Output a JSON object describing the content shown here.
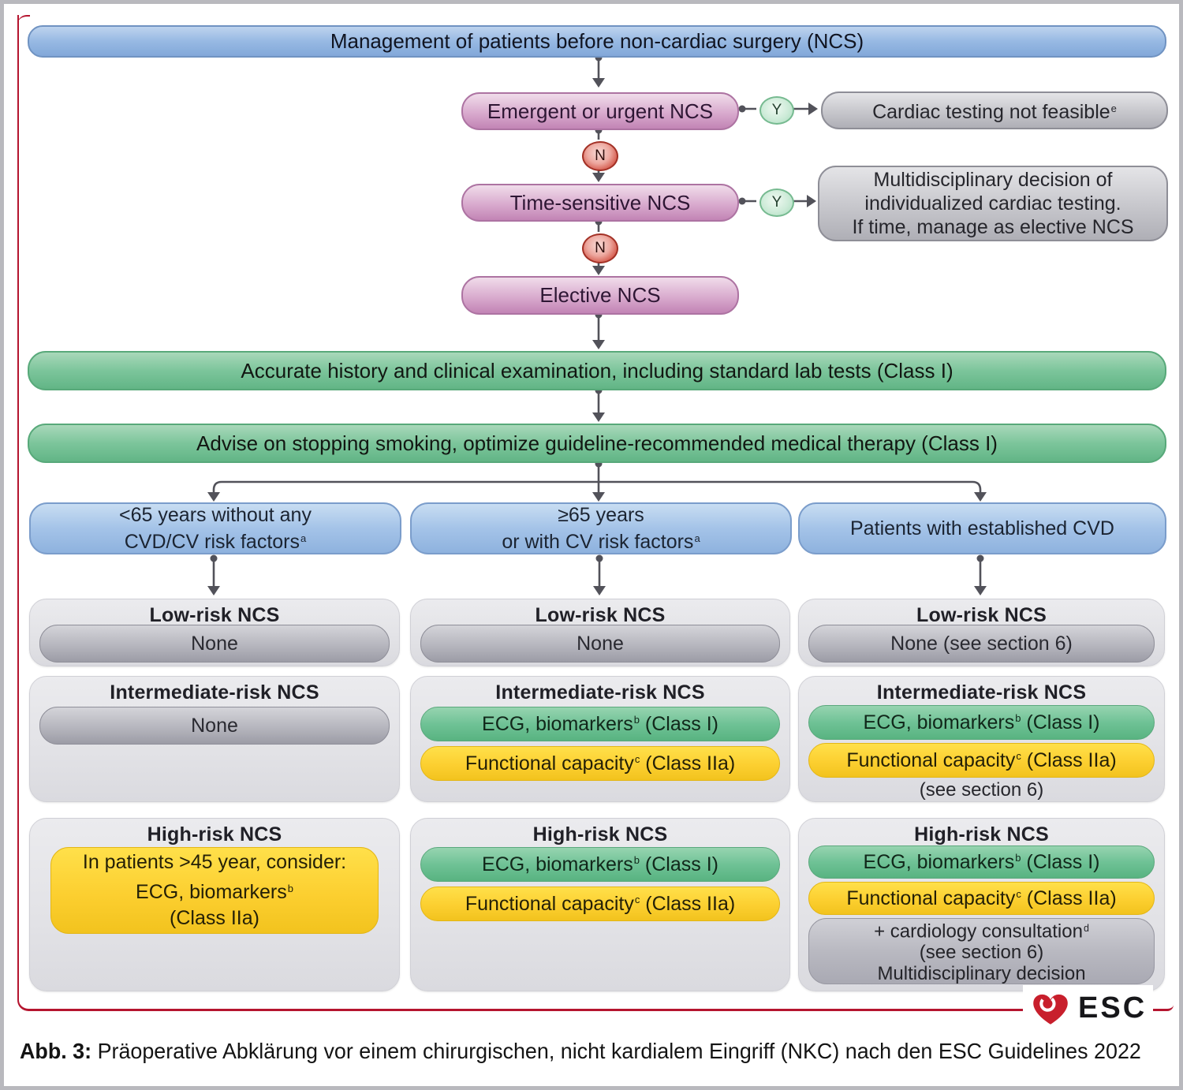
{
  "colors": {
    "accent_red": "#b5152f",
    "esc_heart_red": "#c81f2c",
    "header_blue": "#82a8d9",
    "node_pink": "#c284b5",
    "bar_green": "#62b586",
    "pill_yellow": "#fccf30",
    "pill_green": "#6fc296",
    "pill_gray": "#b6b6be"
  },
  "flow": {
    "title": "Management of patients before non-cardiac surgery (NCS)",
    "yes": "Y",
    "no": "N",
    "emergent": "Emergent or urgent NCS",
    "not_feasible": "Cardiac testing not feasible",
    "not_feasible_sup": "e",
    "time_sensitive": "Time-sensitive NCS",
    "multidisciplinary_line1": "Multidisciplinary decision of",
    "multidisciplinary_line2": "individualized cardiac testing.",
    "multidisciplinary_line3": "If time, manage as elective NCS",
    "elective": "Elective NCS",
    "history_bar": "Accurate history and clinical examination, including standard lab tests (Class I)",
    "advise_bar": "Advise on stopping smoking, optimize guideline-recommended medical therapy (Class I)"
  },
  "columns": {
    "col1": {
      "header_line1": "<65 years without any",
      "header_line2": "CVD/CV risk factors",
      "header_line2_sup": "a",
      "low_title": "Low-risk NCS",
      "low_pill": "None",
      "mid_title": "Intermediate-risk NCS",
      "mid_pill": "None",
      "high_title": "High-risk NCS",
      "high_line1": "In patients >45 year, consider:",
      "high_line2": "ECG, biomarkers",
      "high_line2_sup": "b",
      "high_line3": "(Class IIa)"
    },
    "col2": {
      "header_line1": "≥65 years",
      "header_line2": "or with CV risk factors",
      "header_line2_sup": "a",
      "low_title": "Low-risk NCS",
      "low_pill": "None",
      "mid_title": "Intermediate-risk NCS",
      "mid_green": "ECG, biomarkers",
      "mid_green_sup": "b",
      "mid_green_after": " (Class I)",
      "mid_yellow": "Functional capacity",
      "mid_yellow_sup": "c",
      "mid_yellow_after": " (Class IIa)",
      "high_title": "High-risk NCS",
      "high_green": "ECG, biomarkers",
      "high_green_sup": "b",
      "high_green_after": " (Class I)",
      "high_yellow": "Functional capacity",
      "high_yellow_sup": "c",
      "high_yellow_after": " (Class IIa)"
    },
    "col3": {
      "header_line1": "Patients with established CVD",
      "low_title": "Low-risk NCS",
      "low_pill": "None (see section 6)",
      "mid_title": "Intermediate-risk NCS",
      "mid_green": "ECG, biomarkers",
      "mid_green_sup": "b",
      "mid_green_after": " (Class I)",
      "mid_yellow": "Functional capacity",
      "mid_yellow_sup": "c",
      "mid_yellow_after": " (Class IIa)",
      "mid_note": "(see section 6)",
      "high_title": "High-risk NCS",
      "high_green": "ECG, biomarkers",
      "high_green_sup": "b",
      "high_green_after": " (Class I)",
      "high_yellow": "Functional capacity",
      "high_yellow_sup": "c",
      "high_yellow_after": " (Class IIa)",
      "high_gray_line1": "+ cardiology consultation",
      "high_gray_line1_sup": "d",
      "high_gray_line2": "(see section 6)",
      "high_gray_line3": "Multidisciplinary decision"
    }
  },
  "footer": {
    "esc": "ESC"
  },
  "caption": {
    "label": "Abb. 3:",
    "text": " Präoperative Abklärung vor einem chirurgischen, nicht kardialem Eingriff (NKC) nach den ESC Guidelines 2022"
  }
}
